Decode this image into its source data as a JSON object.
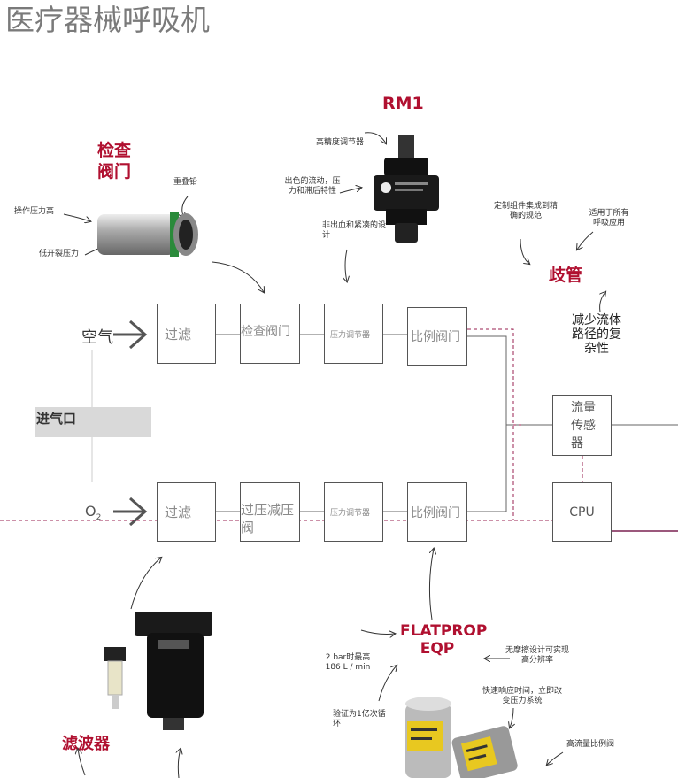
{
  "title": "医疗器械呼吸机",
  "inputs": {
    "air": "空气",
    "oxygen": "O",
    "oxygen_sub": "2",
    "inlet": "进气口"
  },
  "boxes": {
    "filter_top": "过滤",
    "check_valve": "检查阀门",
    "regulator_top": "压力调节器",
    "prop_valve_top": "比例阀门",
    "filter_bottom": "过滤",
    "relief_valve": "过压减压阀",
    "regulator_bottom": "压力调节器",
    "prop_valve_bottom": "比例阀门",
    "flow_sensor": "流量传感器",
    "cpu": "CPU"
  },
  "products": {
    "check_valve": {
      "name": "检查阀门",
      "notes": {
        "seal": "重叠铅",
        "pressure_high": "操作压力高",
        "crack_low": "低开裂压力"
      }
    },
    "rm1": {
      "name": "RM1",
      "notes": {
        "precision": "高精度调节器",
        "flow": "出色的流动，压力和滞后特性",
        "design": "非出血和紧凑的设计"
      }
    },
    "manifold": {
      "name": "歧管",
      "notes": {
        "custom": "定制组件集成到精确的规范",
        "apps": "适用于所有呼吸应用",
        "reduce": "减少流体路径的复杂性"
      }
    },
    "filter": {
      "name": "滤波器"
    },
    "flatprop": {
      "name_line1": "FLATPROP",
      "name_line2": "EQP",
      "notes": {
        "flow": "2 bar时最高186 L / min",
        "friction": "无摩擦设计可实现高分辨率",
        "response": "快速响应时间，立即改变压力系统",
        "cycles": "验证为1亿次循环",
        "high_flow": "高流量比例阀"
      }
    }
  }
}
